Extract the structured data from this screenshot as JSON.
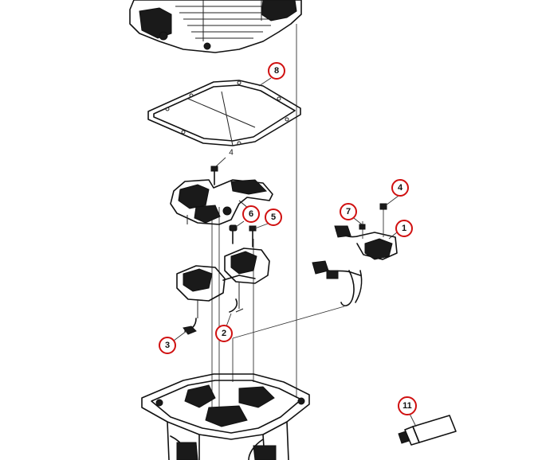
{
  "callouts": [
    {
      "label": "8",
      "circled": true
    },
    {
      "label": "4",
      "circled": false
    },
    {
      "label": "4",
      "circled": true
    },
    {
      "label": "7",
      "circled": true
    },
    {
      "label": "6",
      "circled": true
    },
    {
      "label": "5",
      "circled": true
    },
    {
      "label": "1",
      "circled": true
    },
    {
      "label": "3",
      "circled": true
    },
    {
      "label": "2",
      "circled": true
    },
    {
      "label": "11",
      "circled": true
    }
  ],
  "colors": {
    "callout_ring": "#d01010",
    "line_art": "#111111"
  }
}
